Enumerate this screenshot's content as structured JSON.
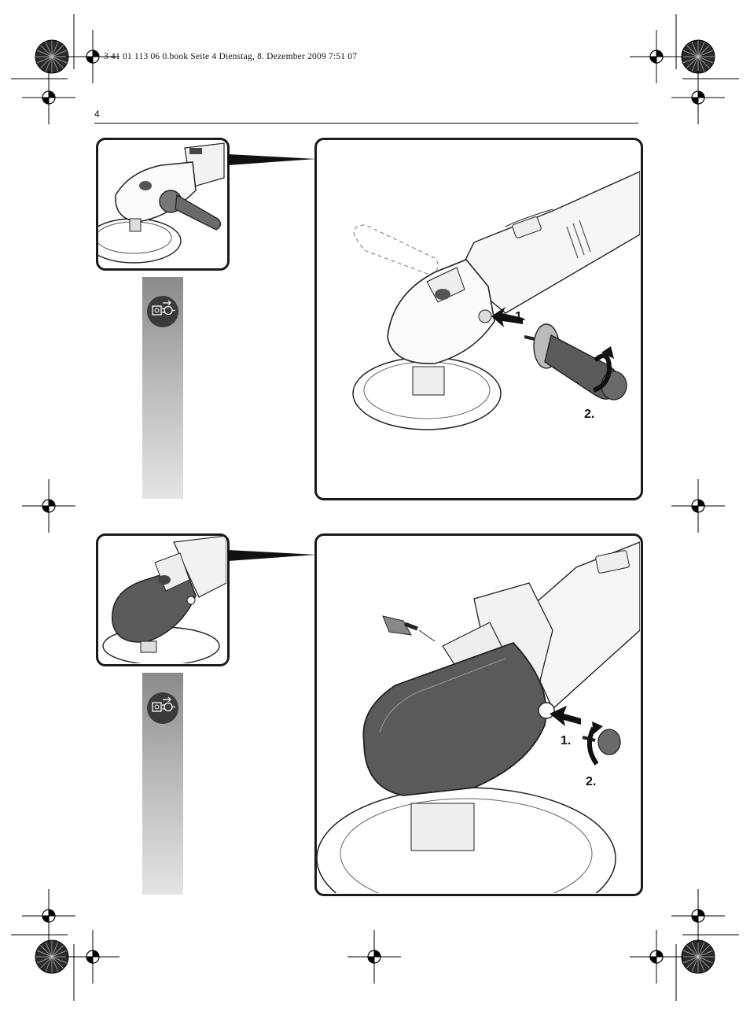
{
  "header": {
    "print_line": "3 41 01 113 06 0.book  Seite 4  Dienstag, 8. Dezember 2009  7:51 07",
    "page_number": "4"
  },
  "figures": [
    {
      "steps": [
        "1.",
        "2."
      ],
      "icons": [
        "unplug-before-work-icon",
        "side-handle-mount-illustration"
      ]
    },
    {
      "steps": [
        "1.",
        "2."
      ],
      "icons": [
        "unplug-before-work-icon",
        "guard-screw-mount-illustration"
      ]
    }
  ],
  "colors": {
    "frame": "#1a1a1a",
    "strip_top": "#8a8a8a",
    "strip_bottom": "#e4e4e4",
    "badge": "#3a3a3a",
    "tool_dark": "#5a5a5a"
  }
}
